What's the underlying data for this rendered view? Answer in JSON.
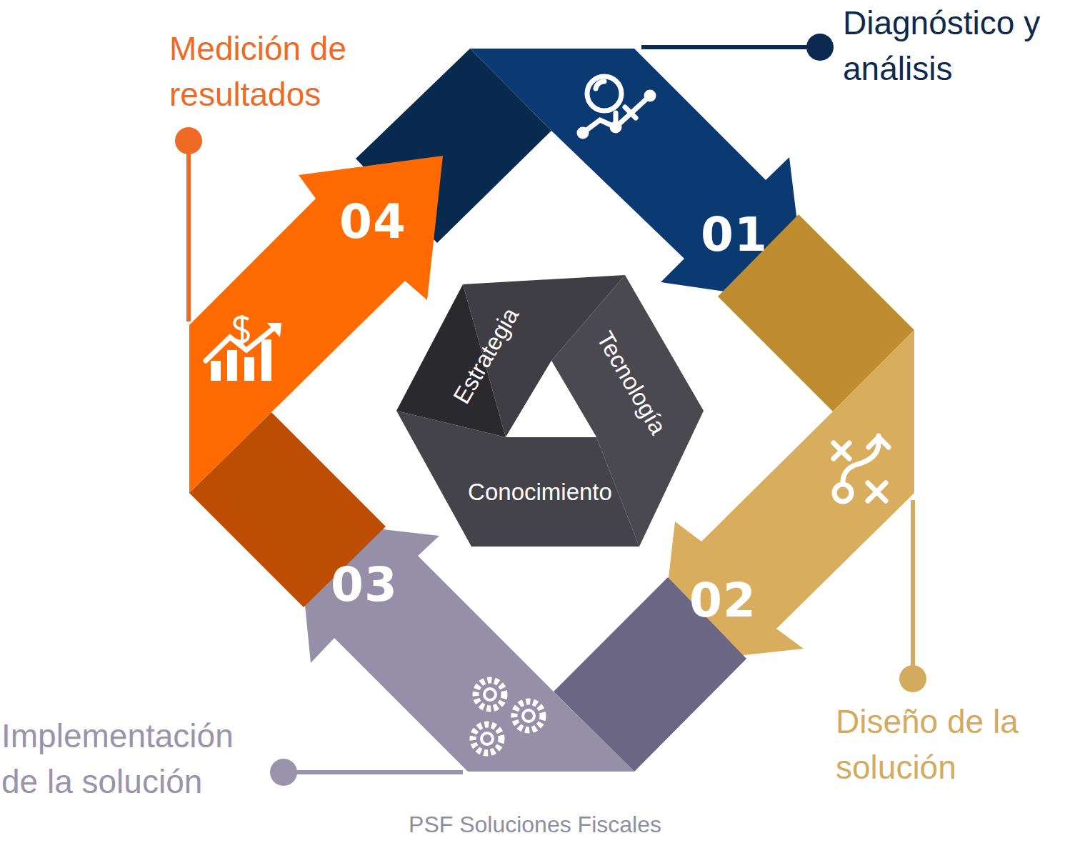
{
  "diagram": {
    "caption": "PSF Soluciones Fiscales",
    "nodes": [
      {
        "text": [
          "01",
          "Diagnóstico y análisis"
        ]
      },
      {
        "text": [
          "02",
          "Diseño de la solución"
        ]
      },
      {
        "text": [
          "03",
          "Implementación de la solución"
        ]
      },
      {
        "text": [
          "04",
          "Medición de resultados"
        ]
      },
      {
        "text": [
          "Estrategia"
        ]
      },
      {
        "text": [
          "Tecnología"
        ]
      },
      {
        "text": [
          "Conocimiento"
        ]
      }
    ]
  }
}
